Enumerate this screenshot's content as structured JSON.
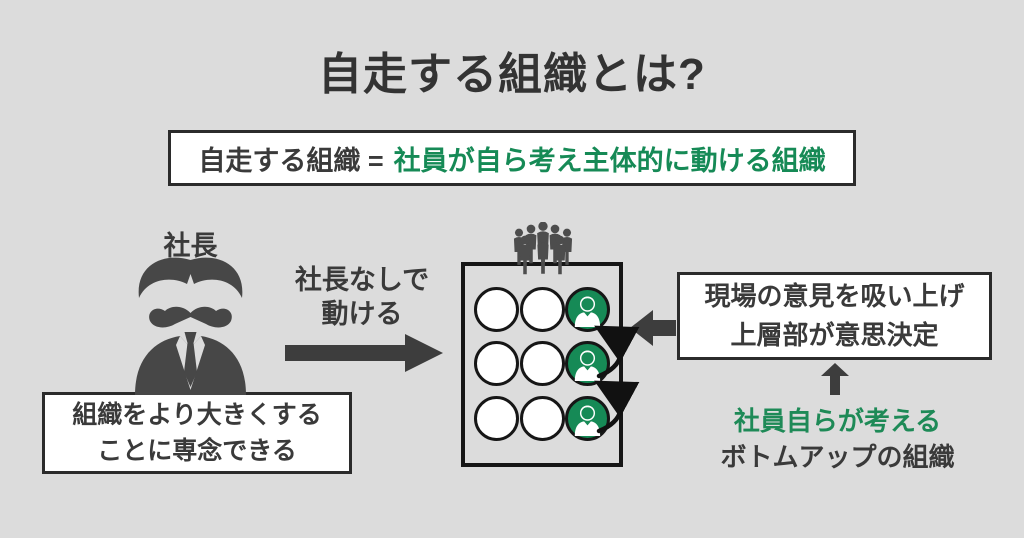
{
  "page": {
    "title": "自走する組織とは?"
  },
  "definition": {
    "prefix": "自走する組織 =",
    "highlight": "社員が自ら考え主体的に動ける組織"
  },
  "president": {
    "label": "社長",
    "benefit_line1": "組織をより大きくする",
    "benefit_line2": "ことに専念できる"
  },
  "transition": {
    "line1": "社長なしで",
    "line2": "動ける"
  },
  "bottom_up": {
    "box_line1": "現場の意見を吸い上げ",
    "box_line2": "上層部が意思決定",
    "green_caption": "社員自らが考える",
    "caption": "ボトムアップの組織"
  },
  "org_grid": {
    "rows": 3,
    "cols": 3,
    "active_column": "right",
    "active_members": 3
  },
  "colors": {
    "background": "#dcdcdc",
    "dark_text": "#3a3a3a",
    "accent_green": "#168a56",
    "arrow_gray": "#3d3d3d"
  }
}
